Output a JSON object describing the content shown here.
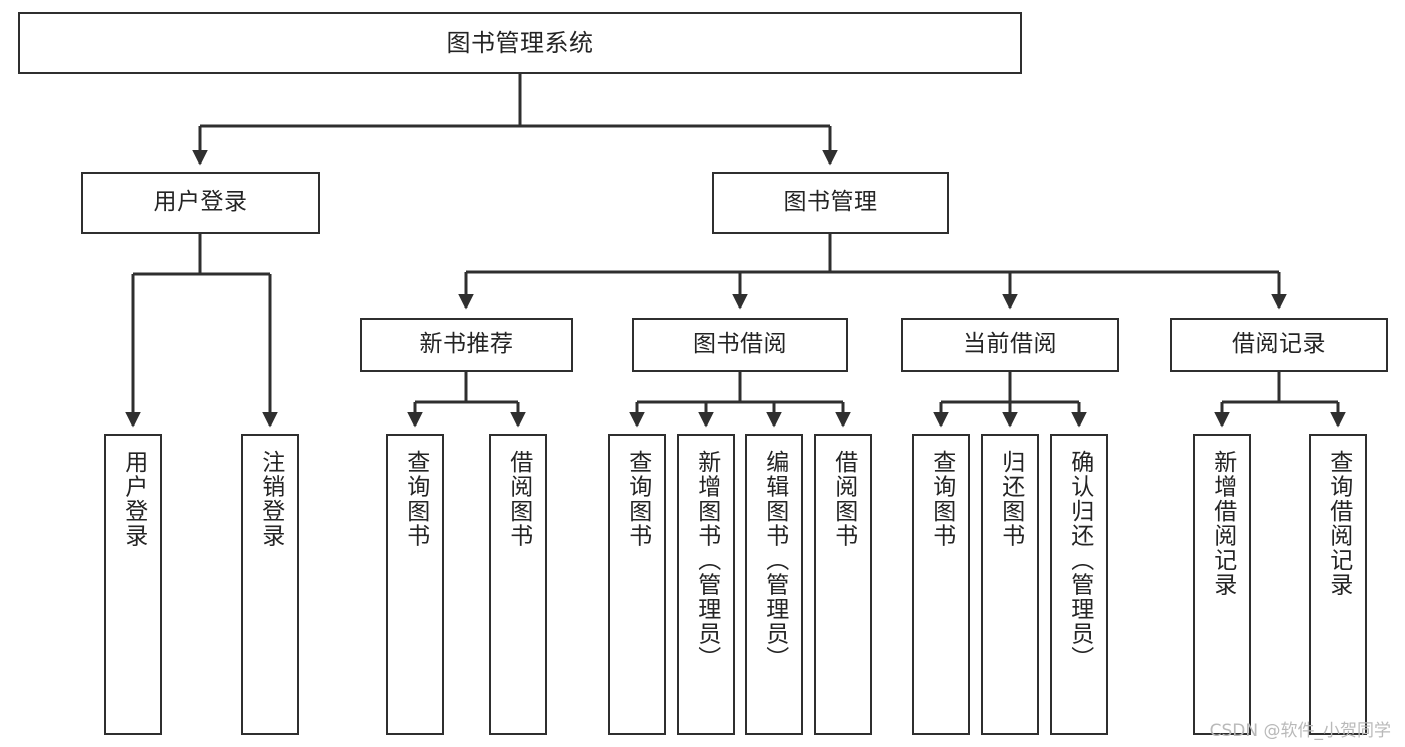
{
  "diagram": {
    "title": "图书管理系统",
    "type": "hierarchy-tree",
    "watermark": "CSDN @软件_小贺同学",
    "colors": {
      "background": "#ffffff",
      "box_border": "#2f2f2f",
      "box_fill": "#ffffff",
      "text": "#242424",
      "edge": "#2f2f2f",
      "watermark": "#b9b9b9"
    },
    "root": {
      "id": "root",
      "label": "图书管理系统"
    },
    "level2": [
      {
        "id": "user-login",
        "label": "用户登录"
      },
      {
        "id": "book-manage",
        "label": "图书管理"
      }
    ],
    "level3": [
      {
        "id": "new-book-rec",
        "label": "新书推荐"
      },
      {
        "id": "book-borrow",
        "label": "图书借阅"
      },
      {
        "id": "current-borrow",
        "label": "当前借阅"
      },
      {
        "id": "borrow-record",
        "label": "借阅记录"
      }
    ],
    "leaves": {
      "user_login": [
        {
          "id": "leaf-user-login",
          "label": "用户登录"
        },
        {
          "id": "leaf-logout-login",
          "label": "注销登录"
        }
      ],
      "new_book_rec": [
        {
          "id": "leaf-query-book-1",
          "label": "查询图书"
        },
        {
          "id": "leaf-borrow-book-1",
          "label": "借阅图书"
        }
      ],
      "book_borrow": [
        {
          "id": "leaf-query-book-2",
          "label": "查询图书"
        },
        {
          "id": "leaf-add-book",
          "label": "新增图书（管理员）"
        },
        {
          "id": "leaf-edit-book",
          "label": "编辑图书（管理员）"
        },
        {
          "id": "leaf-borrow-book-2",
          "label": "借阅图书"
        }
      ],
      "current_borrow": [
        {
          "id": "leaf-query-book-3",
          "label": "查询图书"
        },
        {
          "id": "leaf-return-book",
          "label": "归还图书"
        },
        {
          "id": "leaf-confirm-return",
          "label": "确认归还（管理员）"
        }
      ],
      "borrow_record": [
        {
          "id": "leaf-add-record",
          "label": "新增借阅记录"
        },
        {
          "id": "leaf-query-record",
          "label": "查询借阅记录"
        }
      ]
    }
  }
}
